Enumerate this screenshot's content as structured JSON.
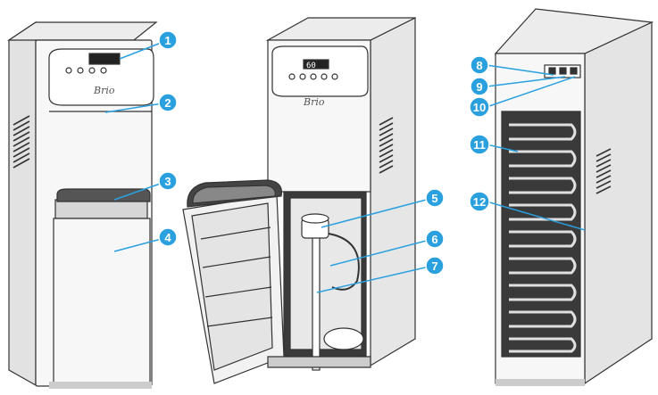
{
  "brand": "Brio",
  "display_readout": "60",
  "accent_color": "#2aa0df",
  "callouts": [
    {
      "number": "1"
    },
    {
      "number": "2"
    },
    {
      "number": "3"
    },
    {
      "number": "4"
    },
    {
      "number": "5"
    },
    {
      "number": "6"
    },
    {
      "number": "7"
    },
    {
      "number": "8"
    },
    {
      "number": "9"
    },
    {
      "number": "10"
    },
    {
      "number": "11"
    },
    {
      "number": "12"
    }
  ]
}
